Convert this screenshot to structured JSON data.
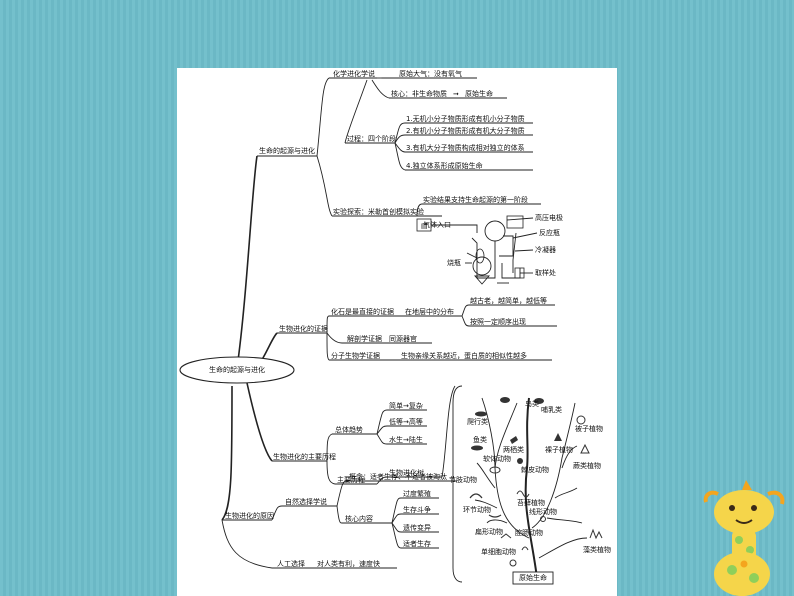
{
  "root": "生命的起源与进化",
  "origin": {
    "label": "生命的起源与进化",
    "chem_theory": {
      "label": "化学进化学说",
      "atmosphere": "原始大气：没有氧气",
      "core": "核心：非生命物质",
      "core_result": "原始生命",
      "process": {
        "label": "过程：四个阶段",
        "steps": [
          "1.无机小分子物质形成有机小分子物质",
          "2.有机小分子物质形成有机大分子物质",
          "3.有机大分子物质构成相对独立的体系",
          "4.独立体系形成原始生命"
        ]
      }
    },
    "experiment": {
      "label": "实验探索：米勒首创模拟实验",
      "result": "实验结果支持生命起源的第一阶段",
      "labels": {
        "gas_inlet": "气体入口",
        "electrode": "高压电极",
        "flask": "反应瓶",
        "condenser": "冷凝器",
        "boiler": "烧瓶",
        "sample": "取样处"
      }
    }
  },
  "evidence": {
    "label": "生物进化的证据",
    "fossil": "化石是最直接的证据",
    "distribution": "在地层中的分布",
    "older": "越古老，越简单，越低等",
    "newer": "按照一定顺序出现",
    "anatomy": "解剖学证据",
    "homologous": "同源器官",
    "molecular": "分子生物学证据",
    "molecular_detail": "生物亲缘关系越近，蛋白质的相似性越多"
  },
  "course": {
    "label": "生物进化的主要历程",
    "trend": "总体趋势",
    "trends": [
      "简单→复杂",
      "低等→高等",
      "水生→陆生"
    ],
    "main": "主要历程",
    "tree_label": "生物进化树"
  },
  "cause": {
    "label": "生物进化的原因",
    "natural": "自然选择学说",
    "concept": "概念：适者生存、不适者被淘汰",
    "core_content": "核心内容",
    "items": [
      "过度繁殖",
      "生存斗争",
      "遗传变异",
      "适者生存"
    ],
    "artificial": "人工选择",
    "artificial_detail": "对人类有利，速度快"
  },
  "tree": {
    "root": "原始生命",
    "nodes": [
      "鸟类",
      "哺乳类",
      "爬行类",
      "被子植物",
      "鱼类",
      "两栖类",
      "裸子植物",
      "软体动物",
      "棘皮动物",
      "蕨类植物",
      "节肢动物",
      "环节动物",
      "苔藓植物",
      "线形动物",
      "扁形动物",
      "腔肠动物",
      "藻类植物",
      "单细胞动物"
    ]
  }
}
